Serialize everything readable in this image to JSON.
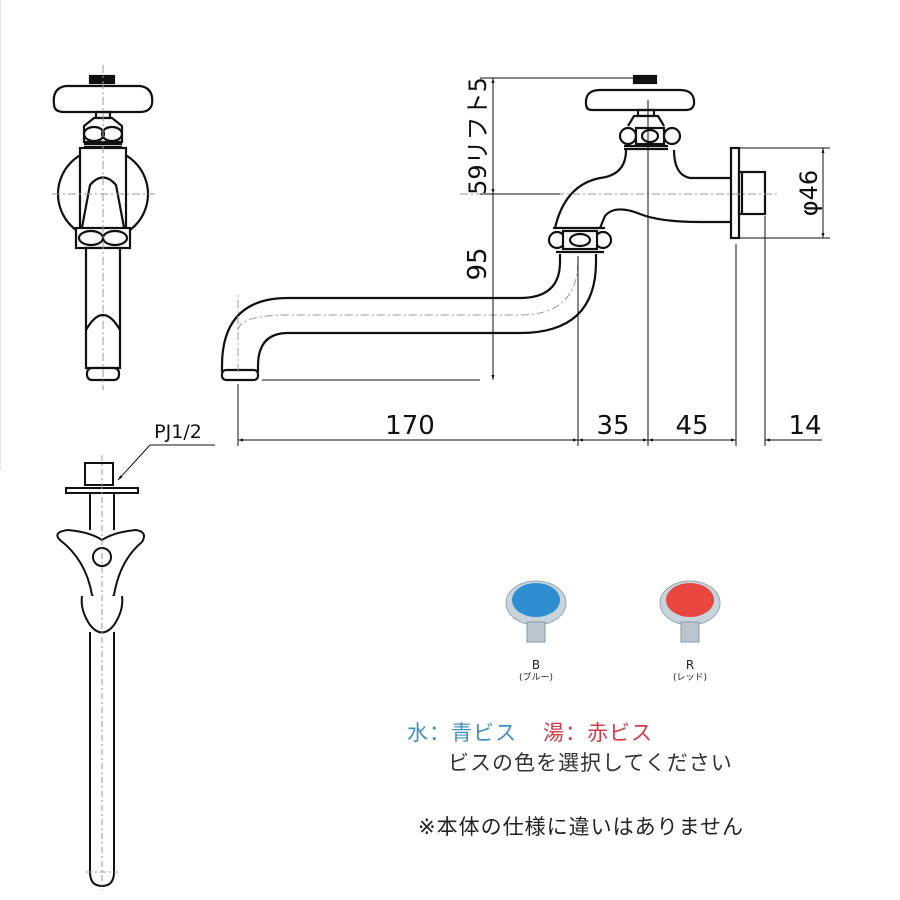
{
  "drawing": {
    "title": "Faucet dimension drawing",
    "dimensions": {
      "lift": "59リフト5",
      "spout_drop": "95",
      "flange_diameter": "φ46",
      "spout_reach": "170",
      "offset_1": "35",
      "offset_2": "45",
      "offset_3": "14",
      "thread": "PJ1/2"
    }
  },
  "screws": [
    {
      "code": "B",
      "name": "(ブルー)",
      "color": "#2e8fd0"
    },
    {
      "code": "R",
      "name": "(レッド)",
      "color": "#e8463f"
    }
  ],
  "notes": {
    "water": "水：青ビス",
    "hot": "湯：赤ビス",
    "select": "ビスの色を選択してください",
    "disclaimer": "※本体の仕様に違いはありません"
  },
  "colors": {
    "water_text": "#3f8fbf",
    "hot_text": "#d13c47",
    "line": "#111111"
  }
}
